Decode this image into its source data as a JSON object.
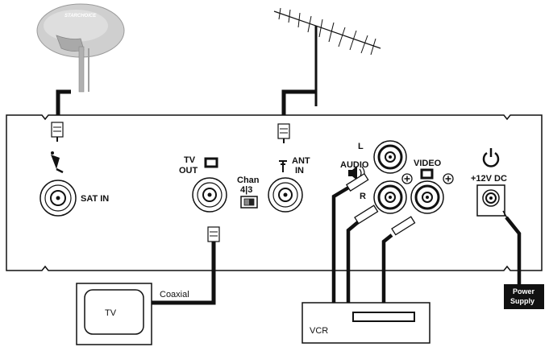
{
  "dish": {
    "brand": "STARCHOICE"
  },
  "panel": {
    "sat_in": "SAT IN",
    "tv_out_line1": "TV",
    "tv_out_line2": "OUT",
    "chan_line1": "Chan",
    "chan_line2": "4|3",
    "ant_in_line1": "ANT",
    "ant_in_line2": "IN",
    "audio": "AUDIO",
    "audio_left": "L",
    "audio_right": "R",
    "video": "VIDEO",
    "power": "+12V DC"
  },
  "tv": {
    "label": "TV",
    "cable_label": "Coaxial"
  },
  "vcr": {
    "label": "VCR"
  },
  "power_supply": {
    "line1": "Power",
    "line2": "Supply"
  },
  "colors": {
    "ink": "#111111",
    "dish": "#c8c8c8",
    "panel": "#ffffff"
  }
}
